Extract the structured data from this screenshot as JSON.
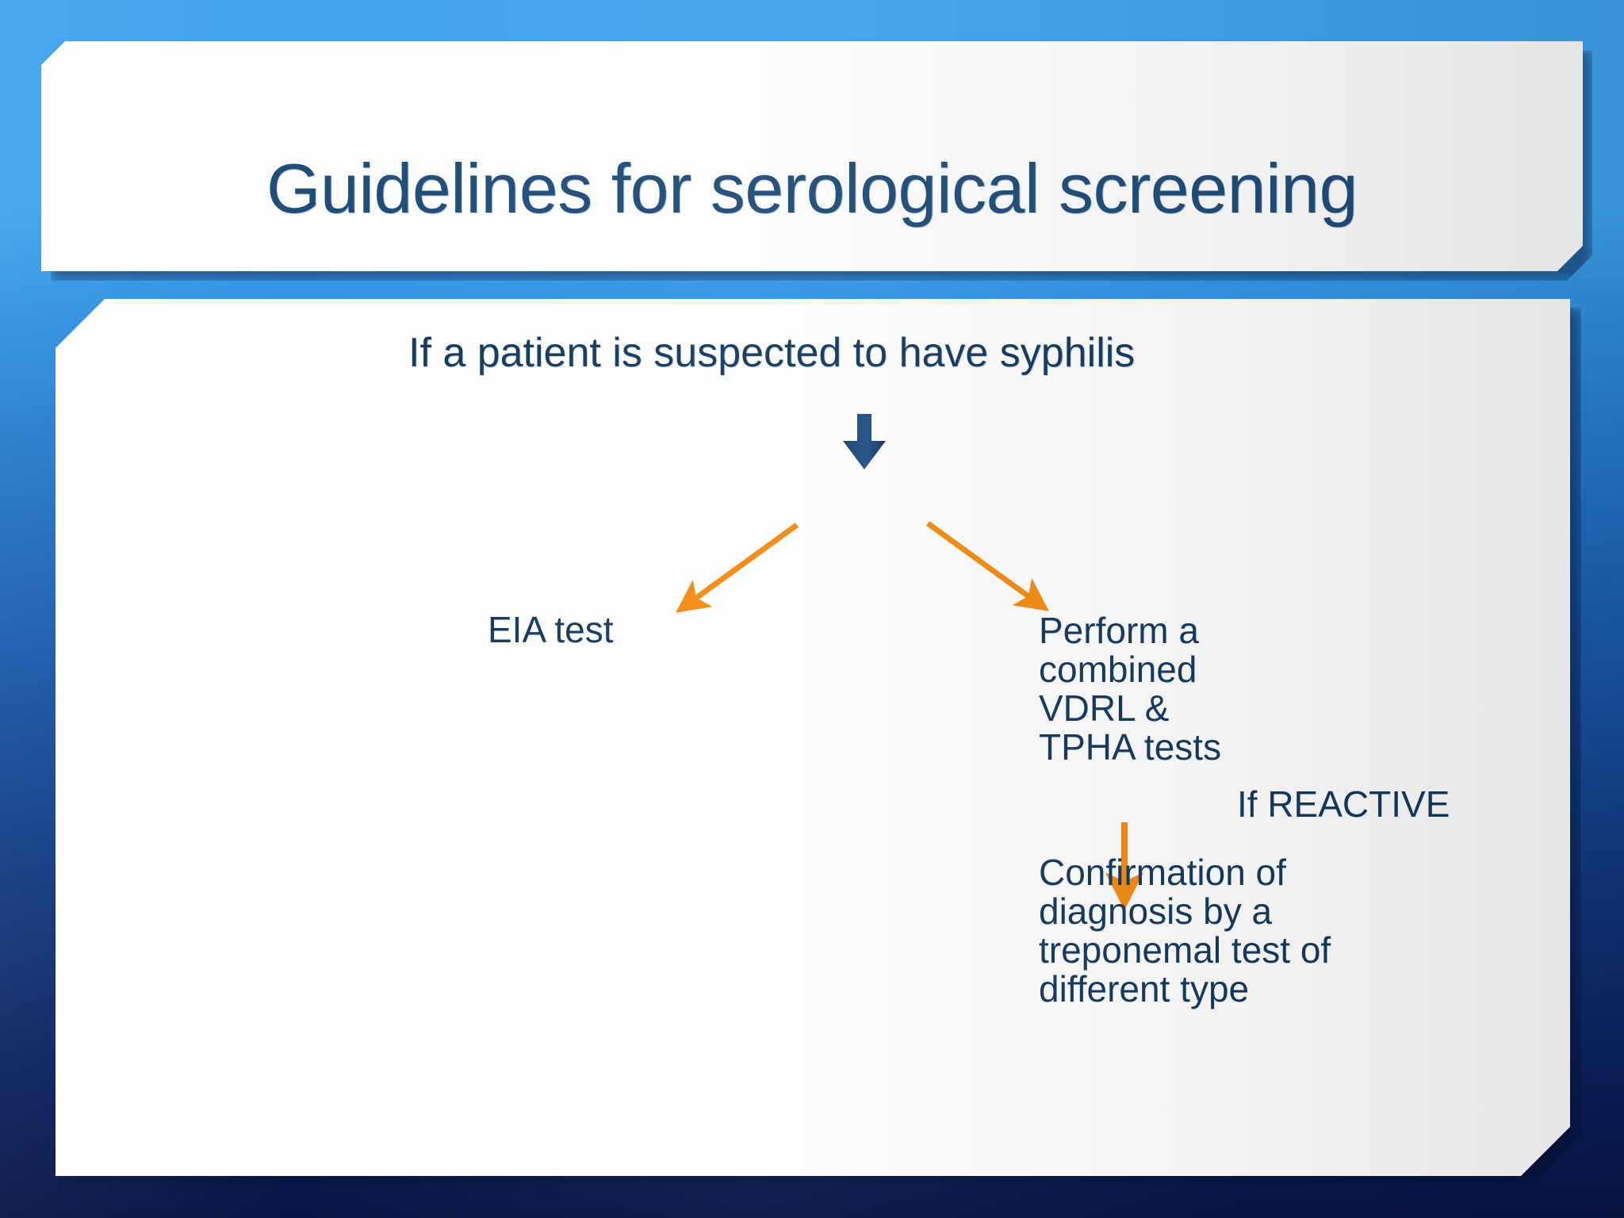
{
  "slide": {
    "title": "Guidelines for serological screening",
    "background_top_color": "#3FA3EE",
    "background_bottom_color": "#071544",
    "title_color": "#1F4E79",
    "body_text_color": "#143A5E",
    "accent_arrow_color": "#F28C13",
    "nav_arrow_color": "#1F4E79"
  },
  "flow": {
    "lead_text": "If a patient is suspected to have syphilis",
    "down_arrow": "down-arrow-icon",
    "branch_left_arrow": "diagonal-arrow-down-left-icon",
    "branch_right_arrow": "diagonal-arrow-down-right-icon",
    "left_branch_label": "EIA test",
    "right_branch_lines": [
      "Perform a",
      "combined",
      "VDRL &",
      "TPHA tests"
    ],
    "reactive_arrow": "down-arrow-orange-icon",
    "reactive_condition": "If REACTIVE",
    "result_lines": [
      "Confirmation of",
      "diagnosis by a",
      "treponemal test of",
      "different type"
    ]
  }
}
